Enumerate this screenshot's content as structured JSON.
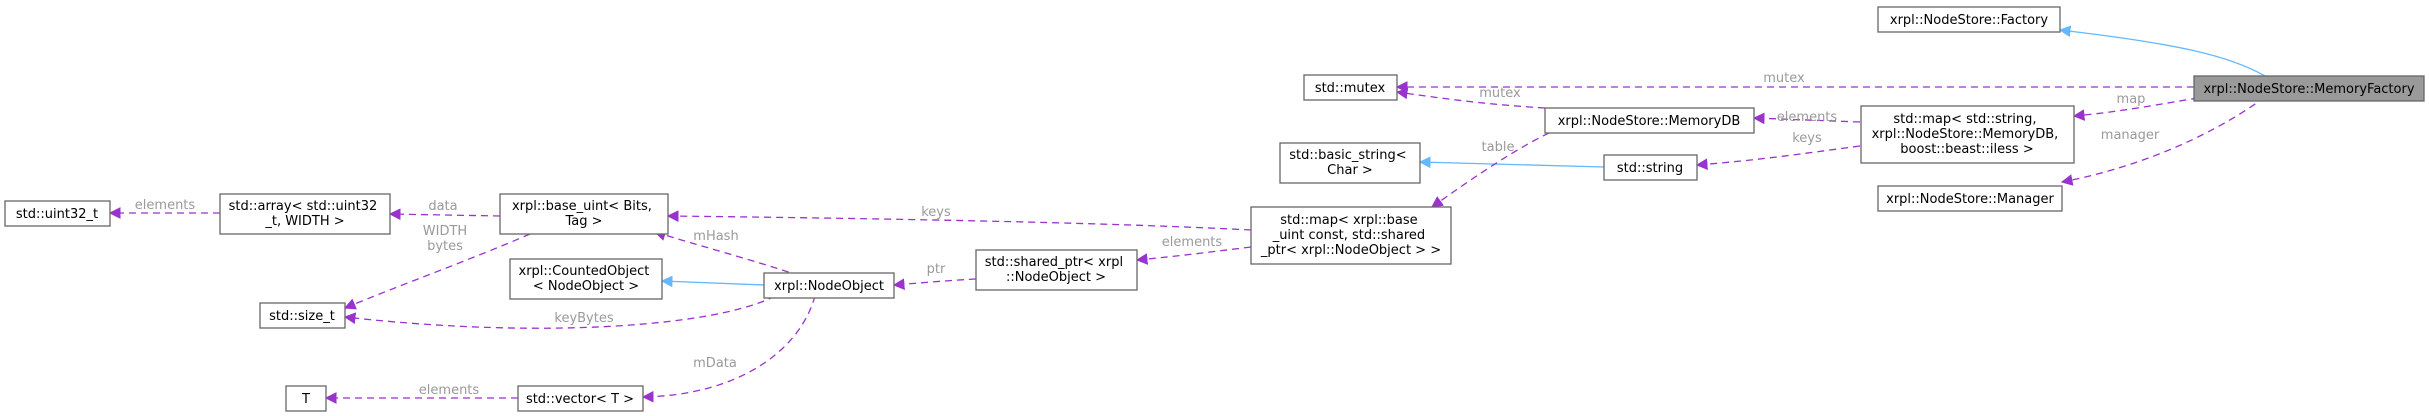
{
  "nodes": {
    "factory": {
      "lines": [
        "xrpl::NodeStore::Factory"
      ]
    },
    "memory_factory": {
      "lines": [
        "xrpl::NodeStore::MemoryFactory"
      ]
    },
    "mutex": {
      "lines": [
        "std::mutex"
      ]
    },
    "memory_db": {
      "lines": [
        "xrpl::NodeStore::MemoryDB"
      ]
    },
    "map_string_memorydb": {
      "lines": [
        "std::map< std::string,",
        "xrpl::NodeStore::MemoryDB,",
        "boost::beast::iless >"
      ]
    },
    "manager": {
      "lines": [
        "xrpl::NodeStore::Manager"
      ]
    },
    "basic_string": {
      "lines": [
        "std::basic_string<",
        "Char >"
      ]
    },
    "string": {
      "lines": [
        "std::string"
      ]
    },
    "map_base_uint": {
      "lines": [
        "std::map< xrpl::base",
        "_uint const, std::shared",
        "_ptr< xrpl::NodeObject > >"
      ]
    },
    "shared_ptr": {
      "lines": [
        "std::shared_ptr< xrpl",
        "::NodeObject >"
      ]
    },
    "base_uint": {
      "lines": [
        "xrpl::base_uint< Bits,",
        "Tag >"
      ]
    },
    "std_array": {
      "lines": [
        "std::array< std::uint32",
        "_t, WIDTH >"
      ]
    },
    "uint32": {
      "lines": [
        "std::uint32_t"
      ]
    },
    "size_t": {
      "lines": [
        "std::size_t"
      ]
    },
    "counted_object": {
      "lines": [
        "xrpl::CountedObject",
        "< NodeObject >"
      ]
    },
    "node_object": {
      "lines": [
        "xrpl::NodeObject"
      ]
    },
    "vector": {
      "lines": [
        "std::vector< T >"
      ]
    },
    "T": {
      "lines": [
        "T"
      ]
    }
  },
  "edge_labels": {
    "mutex_mf": [
      "mutex"
    ],
    "mutex_mdb": [
      "mutex"
    ],
    "map_mf": [
      "map"
    ],
    "manager_mf": [
      "manager"
    ],
    "elements_map": [
      "elements"
    ],
    "keys_map": [
      "keys"
    ],
    "table": [
      "table"
    ],
    "keys_base": [
      "keys"
    ],
    "elements_shared": [
      "elements"
    ],
    "ptr": [
      "ptr"
    ],
    "data": [
      "data"
    ],
    "elements_uint32": [
      "elements"
    ],
    "width_bytes": [
      "WIDTH",
      "bytes"
    ],
    "mhash": [
      "mHash"
    ],
    "keybytes": [
      "keyBytes"
    ],
    "mdata": [
      "mData"
    ],
    "elements_T": [
      "elements"
    ]
  },
  "colors": {
    "usage_edge": "#9a32cd",
    "inheritance_edge": "#63b8ff",
    "focus_node_fill": "#9a9a9a",
    "edge_label": "#9a9a9a"
  }
}
